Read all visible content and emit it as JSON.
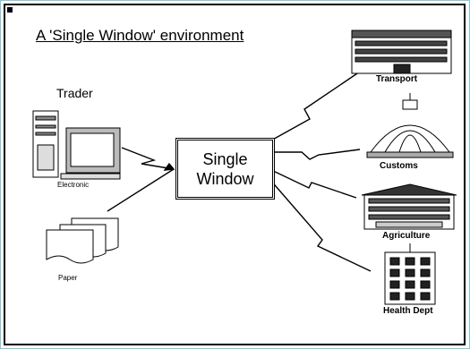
{
  "title": "A 'Single Window' environment",
  "trader_label": "Trader",
  "single_window": {
    "line1": "Single",
    "line2": "Window"
  },
  "sources": {
    "electronic": "Electronic",
    "paper": "Paper"
  },
  "agencies": [
    {
      "id": "transport",
      "label": "Transport",
      "icon": "office-building-icon"
    },
    {
      "id": "customs",
      "label": "Customs",
      "icon": "domed-building-icon"
    },
    {
      "id": "agriculture",
      "label": "Agriculture",
      "icon": "government-building-icon"
    },
    {
      "id": "health",
      "label": "Health Dept",
      "icon": "tall-building-icon"
    }
  ]
}
